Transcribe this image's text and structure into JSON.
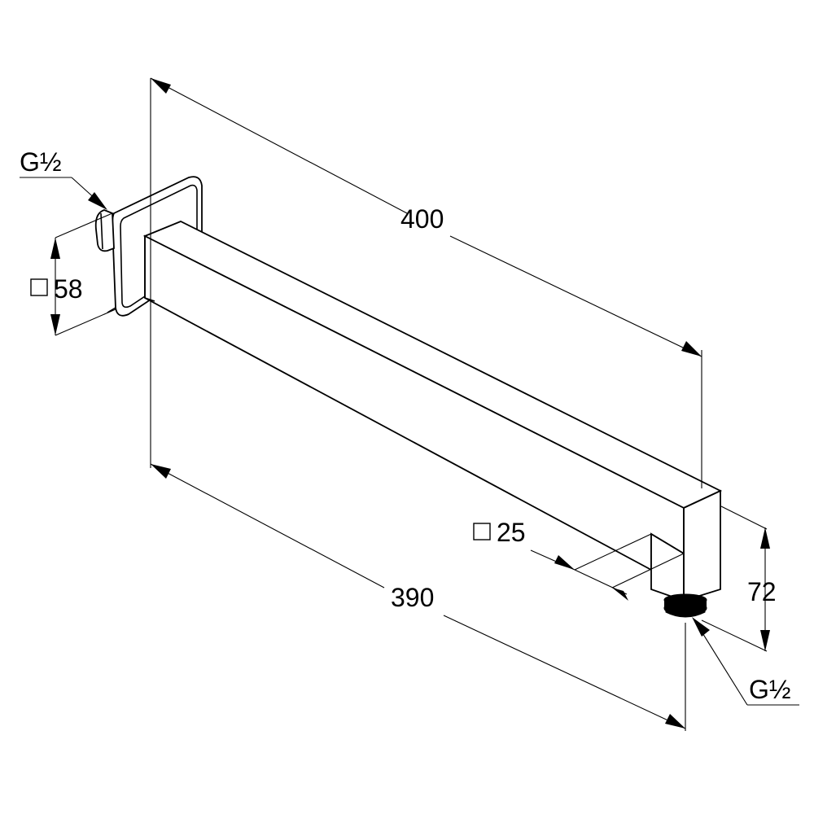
{
  "drawing": {
    "labels": {
      "inlet_thread": "G½",
      "flange_size": "58",
      "length_overall": "400",
      "length_projection": "390",
      "arm_section": "25",
      "outlet_drop": "72",
      "outlet_thread": "G½"
    },
    "symbols": {
      "square_section": "square-symbol"
    },
    "colors": {
      "line": "#000000",
      "background": "#ffffff"
    }
  }
}
